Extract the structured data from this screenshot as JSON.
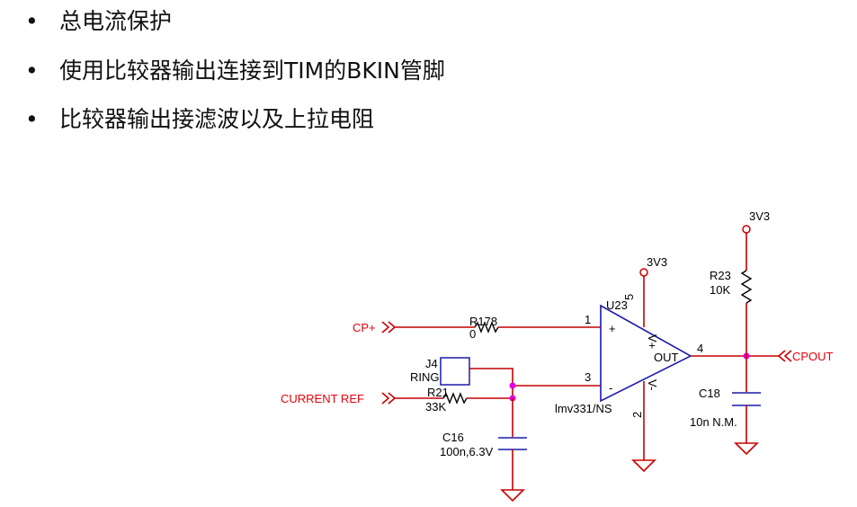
{
  "bullets": [
    "总电流保护",
    "使用比较器输出连接到TIM的BKIN管脚",
    "比较器输出接滤波以及上拉电阻"
  ],
  "bullet_symbol": "•",
  "schematic": {
    "ports": {
      "cp_plus": "CP+",
      "current_ref": "CURRENT REF",
      "cpout": "CPOUT"
    },
    "r178": {
      "ref": "R178",
      "value": "0"
    },
    "r21": {
      "ref": "R21",
      "value": "33K"
    },
    "r23": {
      "ref": "R23",
      "value": "10K"
    },
    "c16": {
      "ref": "C16",
      "value": "100n,6.3V"
    },
    "c18": {
      "ref": "C18",
      "value": "10n N.M."
    },
    "j4": {
      "ref": "J4",
      "value": "RING"
    },
    "u23": {
      "ref": "U23",
      "part": "lmv331/NS",
      "out_label": "OUT",
      "plus": "+",
      "minus": "-",
      "v_plus": "V+",
      "v_minus": "V-",
      "pins": {
        "in_plus": "1",
        "in_minus": "3",
        "out": "4",
        "vcc": "5",
        "gnd": "2"
      }
    },
    "supply_3v3_a": "3V3",
    "supply_3v3_b": "3V3"
  },
  "colors": {
    "wire": "#c40000",
    "junction": "#e000e0",
    "port_text": "#e8000b",
    "capacitor": "#1a1aa8"
  }
}
